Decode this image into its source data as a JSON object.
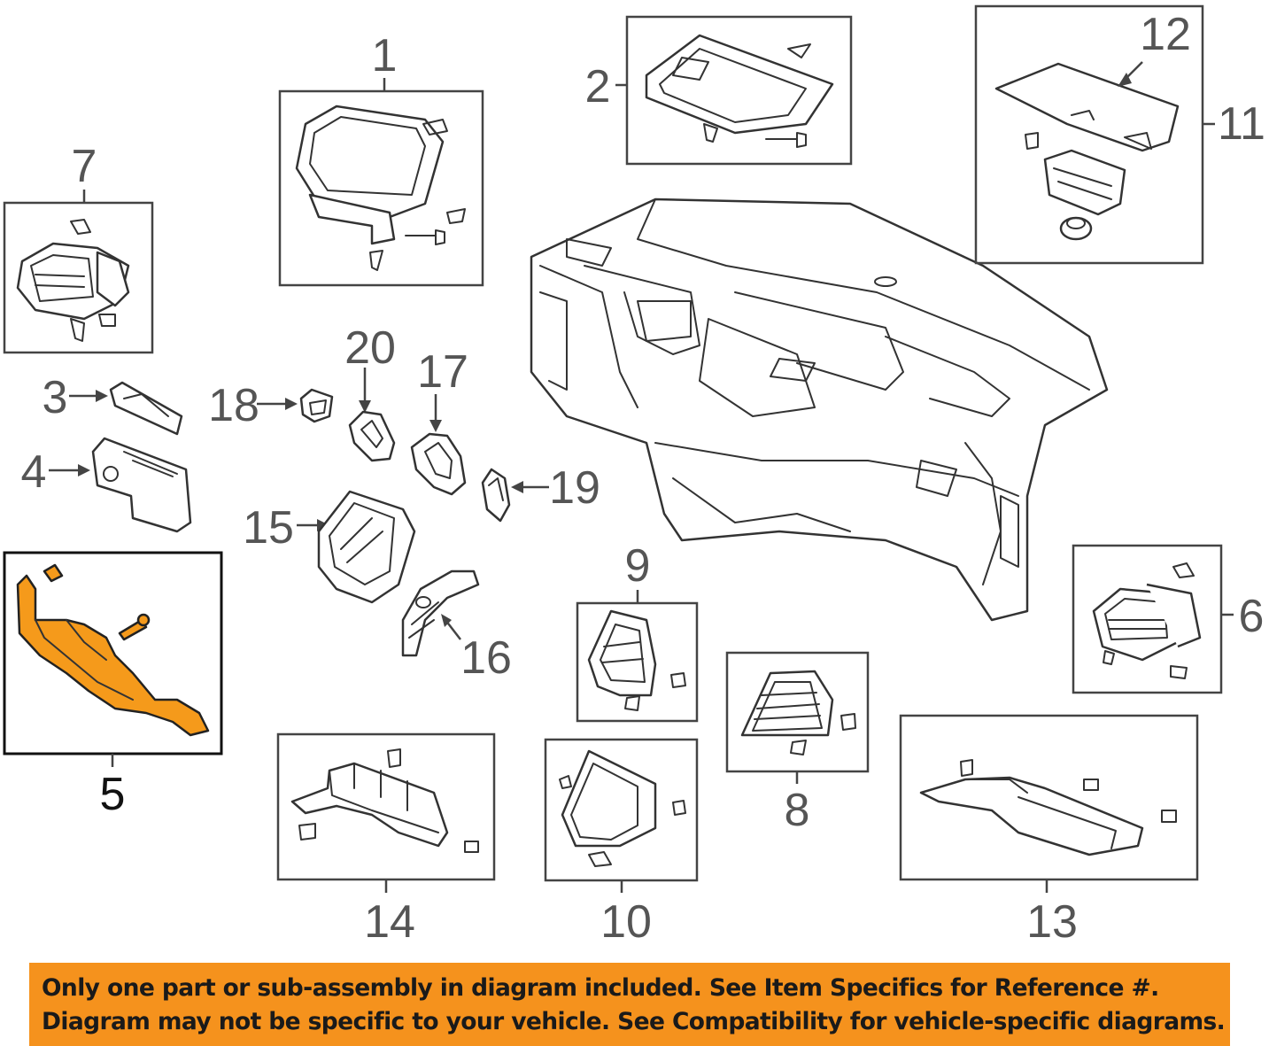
{
  "diagram": {
    "callouts": {
      "c1": "1",
      "c2": "2",
      "c3": "3",
      "c4": "4",
      "c5": "5",
      "c6": "6",
      "c7": "7",
      "c8": "8",
      "c9": "9",
      "c10": "10",
      "c11": "11",
      "c12": "12",
      "c13": "13",
      "c14": "14",
      "c15": "15",
      "c16": "16",
      "c17": "17",
      "c18": "18",
      "c19": "19",
      "c20": "20"
    },
    "highlighted_part": "5",
    "highlight_color": "#f59a1b"
  },
  "banner": {
    "line1": "Only one part or sub-assembly in diagram included. See Item Specifics for Reference #.",
    "line2": "Diagram may not be specific to your vehicle. See Compatibility for vehicle-specific diagrams.",
    "background_color": "#f5921d"
  }
}
